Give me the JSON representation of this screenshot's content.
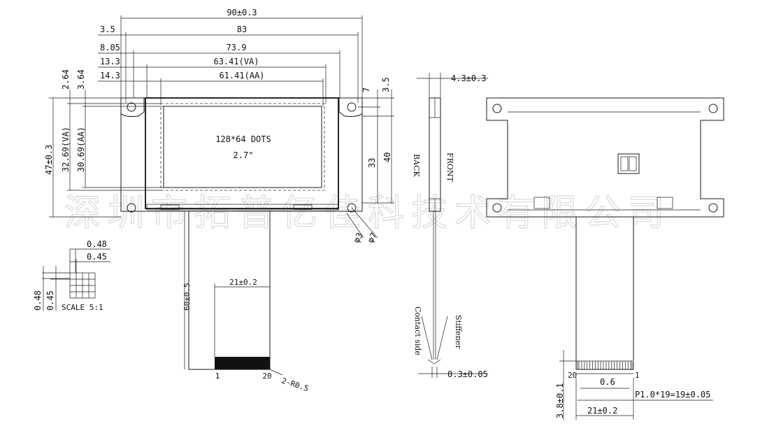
{
  "front_view": {
    "dims_horizontal": [
      "90±0.3",
      "83",
      "73.9",
      "63.41(VA)",
      "61.41(AA)"
    ],
    "dims_left": [
      "3.5",
      "8.05",
      "13.3",
      "14.3"
    ],
    "dims_vertical_left": [
      "2.64",
      "3.64",
      "47±0.3",
      "32.69(VA)",
      "30.69(AA)"
    ],
    "dims_vertical_right": [
      "7",
      "3.5",
      "33",
      "40"
    ],
    "display_text": [
      "128*64 DOTS",
      "2.7\""
    ],
    "hole_small": "φ3",
    "hole_large": "φ7",
    "fpc_length": "60±0.5",
    "fpc_width": "21±0.2",
    "pin_first": "1",
    "pin_last": "20",
    "fpc_radius": "2-R0.5"
  },
  "pixel_detail": {
    "h_pitch": "0.48",
    "h_size": "0.45",
    "v_pitch": "0.48",
    "v_size": "0.45",
    "scale": "SCALE 5:1"
  },
  "side_view": {
    "thickness": "4.3±0.3",
    "back_label": "BACK",
    "front_label": "FRONT",
    "contact_label": "Contact side",
    "stiffener_label": "Stiffener",
    "fpc_thickness": "0.3±0.05"
  },
  "back_view": {
    "pin_left": "20",
    "pin_right": "1",
    "pin_width": "0.6",
    "pitch": "P1.0*19=19±0.05",
    "finger_length": "3.8±0.1",
    "fpc_width": "21±0.2"
  },
  "watermark": "深圳市拓普亿佳科技术有限公司"
}
